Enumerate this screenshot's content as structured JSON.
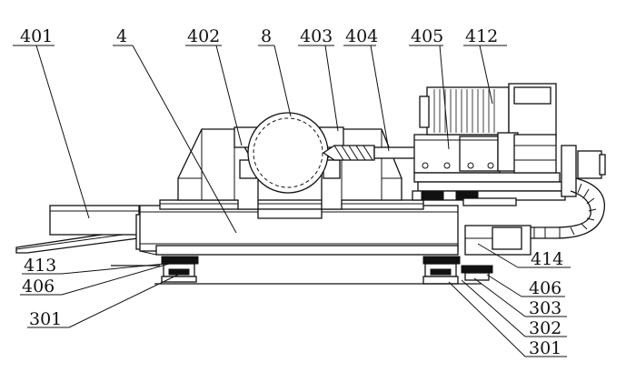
{
  "labels": {
    "l401": "401",
    "l4": "4",
    "l402": "402",
    "l8": "8",
    "l403": "403",
    "l404": "404",
    "l405": "405",
    "l412": "412",
    "l414": "414",
    "l413": "413",
    "l406a": "406",
    "l301a": "301",
    "l406b": "406",
    "l303": "303",
    "l302": "302",
    "l301b": "301"
  }
}
